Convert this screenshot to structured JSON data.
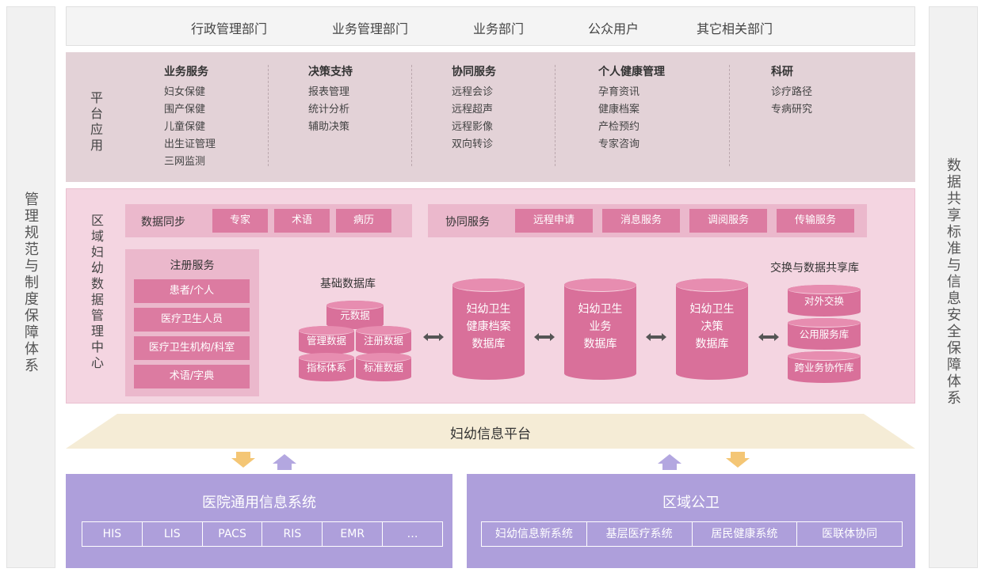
{
  "left_panel": {
    "title": "管理规范与制度保障体系"
  },
  "right_panel": {
    "title": "数据共享标准与信息安全保障体系"
  },
  "users": [
    "行政管理部门",
    "业务管理部门",
    "业务部门",
    "公众用户",
    "其它相关部门"
  ],
  "platform_apps": {
    "side_label": "平台应用",
    "columns": [
      {
        "title": "业务服务",
        "items": [
          "妇女保健",
          "围产保健",
          "儿童保健",
          "出生证管理",
          "三网监测"
        ]
      },
      {
        "title": "决策支持",
        "items": [
          "报表管理",
          "统计分析",
          "辅助决策"
        ]
      },
      {
        "title": "协同服务",
        "items": [
          "远程会诊",
          "远程超声",
          "远程影像",
          "双向转诊"
        ]
      },
      {
        "title": "个人健康管理",
        "items": [
          "孕育资讯",
          "健康档案",
          "产检预约",
          "专家咨询"
        ]
      },
      {
        "title": "科研",
        "items": [
          "诊疗路径",
          "专病研究"
        ]
      }
    ]
  },
  "data_center": {
    "side_label": "区域妇幼数据管理中心",
    "sync": {
      "label": "数据同步",
      "items": [
        "专家",
        "术语",
        "病历"
      ]
    },
    "collab": {
      "label": "协同服务",
      "items": [
        "远程申请",
        "消息服务",
        "调阅服务",
        "传输服务"
      ]
    },
    "register": {
      "title": "注册服务",
      "items": [
        "患者/个人",
        "医疗卫生人员",
        "医疗卫生机构/科室",
        "术语/字典"
      ]
    },
    "base_db": {
      "title": "基础数据库",
      "items": [
        "元数据",
        "管理数据",
        "注册数据",
        "指标体系",
        "标准数据"
      ]
    },
    "databases": [
      {
        "lines": [
          "妇幼卫生",
          "健康档案",
          "数据库"
        ]
      },
      {
        "lines": [
          "妇幼卫生",
          "业务",
          "数据库"
        ]
      },
      {
        "lines": [
          "妇幼卫生",
          "决策",
          "数据库"
        ]
      }
    ],
    "exchange": {
      "title": "交换与数据共享库",
      "items": [
        "对外交换",
        "公用服务库",
        "跨业务协作库"
      ]
    }
  },
  "platform": {
    "title": "妇幼信息平台"
  },
  "hospital": {
    "title": "医院通用信息系统",
    "items": [
      "HIS",
      "LIS",
      "PACS",
      "RIS",
      "EMR",
      "…"
    ]
  },
  "regional": {
    "title": "区域公卫",
    "items": [
      "妇幼信息新系统",
      "基层医疗系统",
      "居民健康系统",
      "医联体协同"
    ]
  },
  "colors": {
    "pink_dark": "#dc7ba1",
    "pink_light": "#f4d5e1",
    "mauve": "#e3d2d7",
    "purple": "#ae9fdb",
    "band": "#f5ecd6",
    "arrow_down": "#f4c675",
    "arrow_up": "#b3a7e0"
  }
}
